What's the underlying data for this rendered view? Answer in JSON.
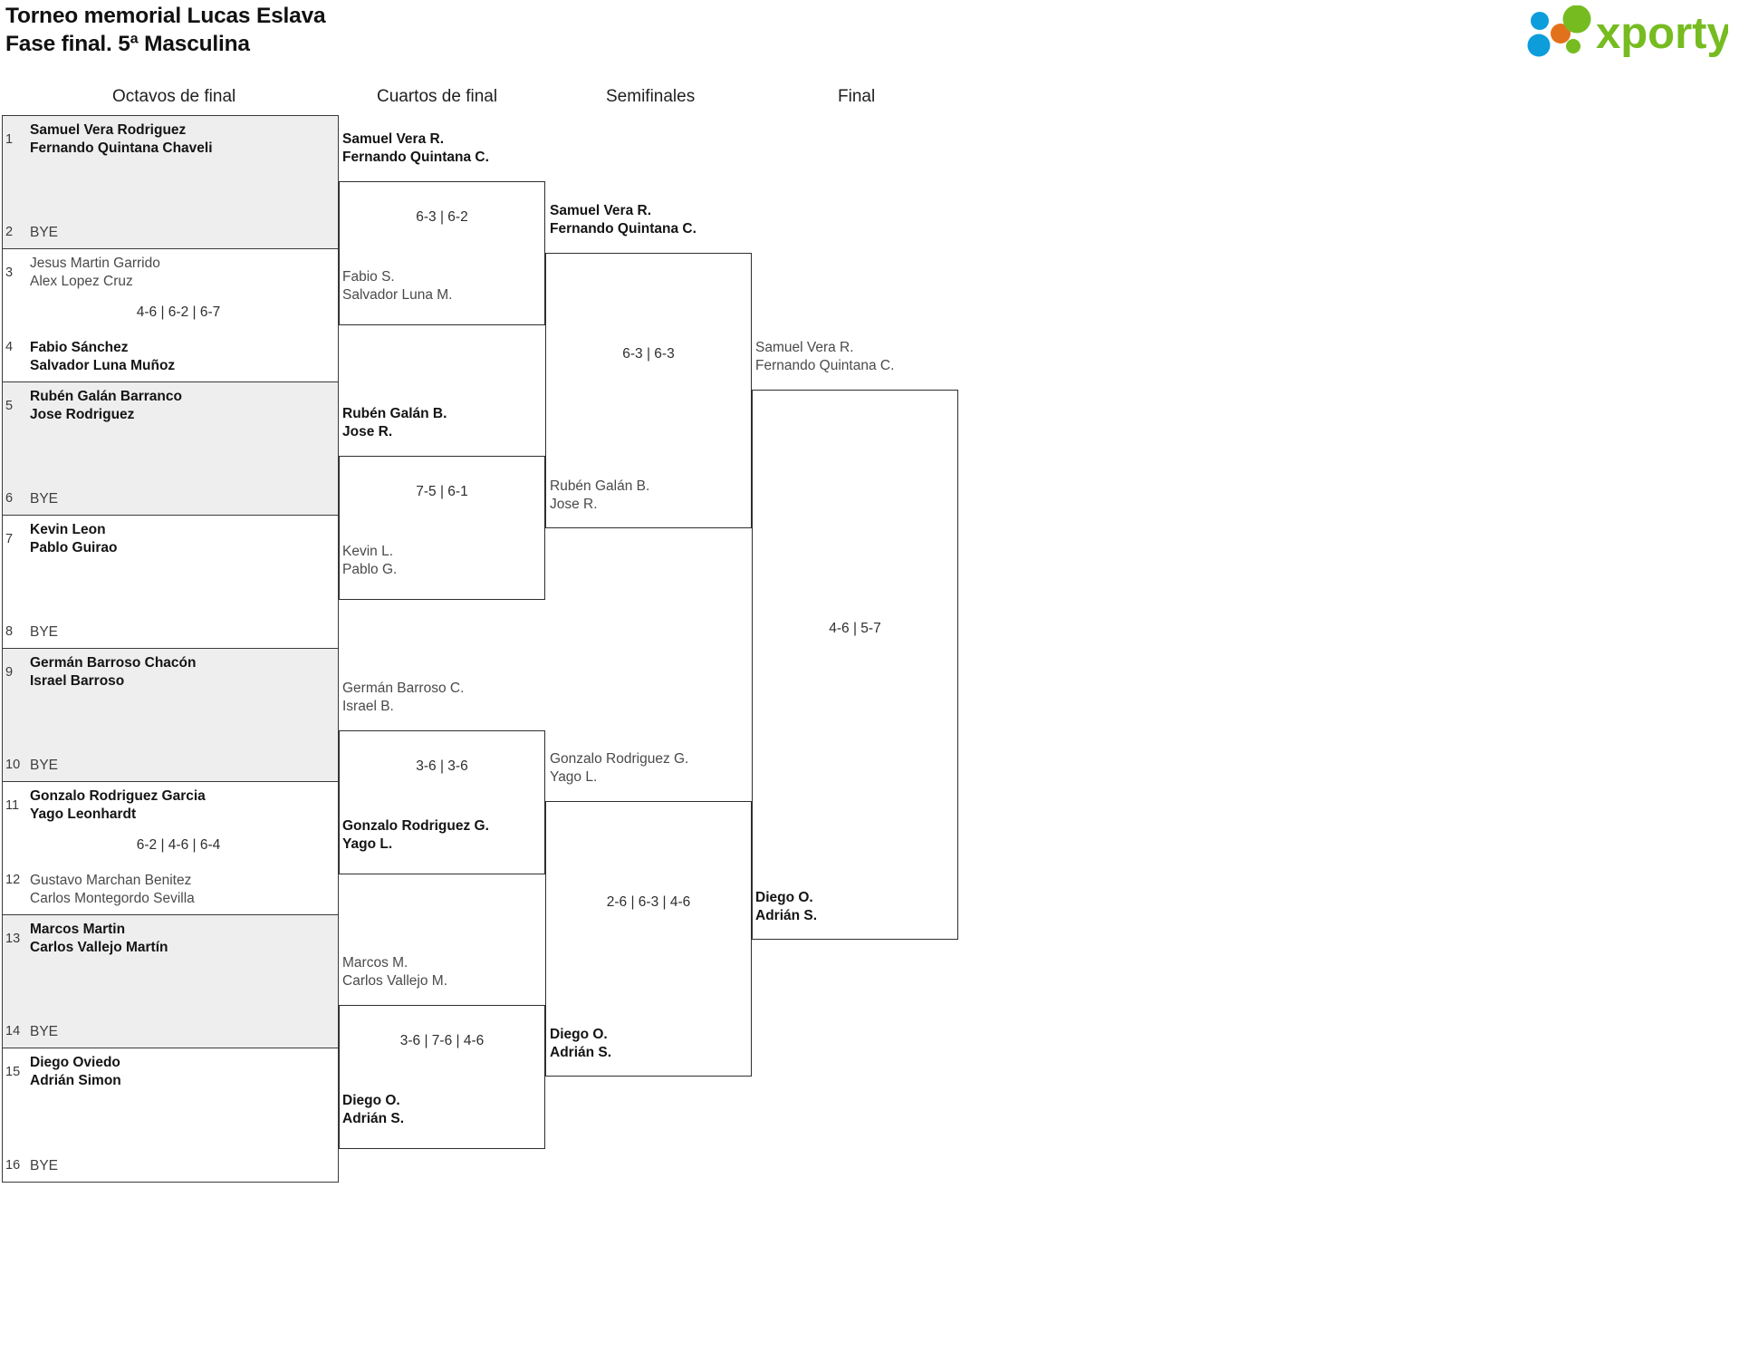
{
  "header": {
    "title_line1": "Torneo memorial Lucas Eslava",
    "title_line2": "Fase final. 5ª Masculina",
    "logo_text": "xporty",
    "logo_colors": {
      "green": "#76bc21",
      "blue": "#0d9ddb",
      "orange": "#e2711b"
    }
  },
  "rounds": [
    {
      "label": "Octavos de final"
    },
    {
      "label": "Cuartos de final"
    },
    {
      "label": "Semifinales"
    },
    {
      "label": "Final"
    }
  ],
  "bye_label": "BYE",
  "round1": [
    {
      "shaded": true,
      "top": {
        "seed": "1",
        "p1": "Samuel Vera Rodriguez",
        "p2": "Fernando Quintana Chaveli",
        "winner": true,
        "bye": false
      },
      "bottom": {
        "seed": "2",
        "p1": "BYE",
        "p2": "",
        "winner": false,
        "bye": true
      },
      "score": ""
    },
    {
      "shaded": false,
      "top": {
        "seed": "3",
        "p1": "Jesus Martin Garrido",
        "p2": "Alex Lopez Cruz",
        "winner": false,
        "bye": false
      },
      "bottom": {
        "seed": "4",
        "p1": "Fabio Sánchez",
        "p2": "Salvador Luna Muñoz",
        "winner": true,
        "bye": false
      },
      "score": "4-6 | 6-2 | 6-7"
    },
    {
      "shaded": true,
      "top": {
        "seed": "5",
        "p1": "Rubén Galán Barranco",
        "p2": "Jose Rodriguez",
        "winner": true,
        "bye": false
      },
      "bottom": {
        "seed": "6",
        "p1": "BYE",
        "p2": "",
        "winner": false,
        "bye": true
      },
      "score": ""
    },
    {
      "shaded": false,
      "top": {
        "seed": "7",
        "p1": "Kevin Leon",
        "p2": "Pablo Guirao",
        "winner": true,
        "bye": false
      },
      "bottom": {
        "seed": "8",
        "p1": "BYE",
        "p2": "",
        "winner": false,
        "bye": true
      },
      "score": ""
    },
    {
      "shaded": true,
      "top": {
        "seed": "9",
        "p1": "Germán Barroso Chacón",
        "p2": "Israel Barroso",
        "winner": true,
        "bye": false
      },
      "bottom": {
        "seed": "10",
        "p1": "BYE",
        "p2": "",
        "winner": false,
        "bye": true
      },
      "score": ""
    },
    {
      "shaded": false,
      "top": {
        "seed": "11",
        "p1": "Gonzalo Rodriguez Garcia",
        "p2": "Yago Leonhardt",
        "winner": true,
        "bye": false
      },
      "bottom": {
        "seed": "12",
        "p1": "Gustavo Marchan Benitez",
        "p2": "Carlos Montegordo Sevilla",
        "winner": false,
        "bye": false
      },
      "score": "6-2 | 4-6 | 6-4"
    },
    {
      "shaded": true,
      "top": {
        "seed": "13",
        "p1": "Marcos Martin",
        "p2": "Carlos Vallejo Martín",
        "winner": true,
        "bye": false
      },
      "bottom": {
        "seed": "14",
        "p1": "BYE",
        "p2": "",
        "winner": false,
        "bye": true
      },
      "score": ""
    },
    {
      "shaded": false,
      "top": {
        "seed": "15",
        "p1": "Diego Oviedo",
        "p2": "Adrián Simon",
        "winner": true,
        "bye": false
      },
      "bottom": {
        "seed": "16",
        "p1": "BYE",
        "p2": "",
        "winner": false,
        "bye": true
      },
      "score": ""
    }
  ],
  "round2": [
    {
      "top": {
        "p1": "Samuel Vera R.",
        "p2": "Fernando Quintana C.",
        "winner": true
      },
      "bottom": {
        "p1": "Fabio S.",
        "p2": "Salvador Luna M.",
        "winner": false
      },
      "score": "6-3 | 6-2"
    },
    {
      "top": {
        "p1": "Rubén Galán B.",
        "p2": "Jose R.",
        "winner": true
      },
      "bottom": {
        "p1": "Kevin L.",
        "p2": "Pablo G.",
        "winner": false
      },
      "score": "7-5 | 6-1"
    },
    {
      "top": {
        "p1": "Germán Barroso C.",
        "p2": "Israel B.",
        "winner": false
      },
      "bottom": {
        "p1": "Gonzalo Rodriguez G.",
        "p2": "Yago L.",
        "winner": true
      },
      "score": "3-6 | 3-6"
    },
    {
      "top": {
        "p1": "Marcos M.",
        "p2": "Carlos Vallejo M.",
        "winner": false
      },
      "bottom": {
        "p1": "Diego O.",
        "p2": "Adrián S.",
        "winner": true
      },
      "score": "3-6 | 7-6 | 4-6"
    }
  ],
  "round3": [
    {
      "top": {
        "p1": "Samuel Vera R.",
        "p2": "Fernando Quintana C.",
        "winner": true
      },
      "bottom": {
        "p1": "Rubén Galán B.",
        "p2": "Jose R.",
        "winner": false
      },
      "score": "6-3 | 6-3"
    },
    {
      "top": {
        "p1": "Gonzalo Rodriguez G.",
        "p2": "Yago L.",
        "winner": false
      },
      "bottom": {
        "p1": "Diego O.",
        "p2": "Adrián S.",
        "winner": true
      },
      "score": "2-6 | 6-3 | 4-6"
    }
  ],
  "round4": [
    {
      "top": {
        "p1": "Samuel Vera R.",
        "p2": "Fernando Quintana C.",
        "winner": false
      },
      "bottom": {
        "p1": "Diego O.",
        "p2": "Adrián S.",
        "winner": true
      },
      "score": "4-6 | 5-7"
    }
  ]
}
